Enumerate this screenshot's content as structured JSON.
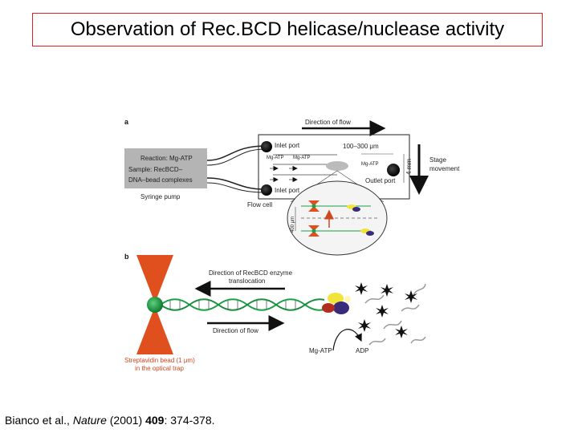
{
  "title": "Observation of Rec.BCD helicase/nuclease activity",
  "citation": {
    "authors": "Bianco et al., ",
    "journal": "Nature",
    "year": " (2001) ",
    "volume": "409",
    "pages": ": 374-378."
  },
  "panel_a": {
    "letter": "a",
    "direction_of_flow": "Direction of flow",
    "reaction": "Reaction: Mg-ATP",
    "sample_line1": "Sample: RecBCD–",
    "sample_line2": "DNA–bead complexes",
    "syringe_pump": "Syringe pump",
    "inlet_port_top": "Inlet port",
    "inlet_port_bottom": "Inlet port",
    "channel_width": "100–300 μm",
    "depth": "4 mm",
    "stage_movement_line1": "Stage",
    "stage_movement_line2": "movement",
    "outlet_port": "Outlet port",
    "flow_cell": "Flow cell",
    "mg_atp_1": "Mg-ATP",
    "mg_atp_2": "Mg-ATP",
    "mg_atp_3": "Mg-ATP",
    "inset_scale": "400 μm"
  },
  "panel_b": {
    "letter": "b",
    "direction_enzyme_line1": "Direction of RecBCD enzyme",
    "direction_enzyme_line2": "translocation",
    "direction_of_flow": "Direction of flow",
    "mg_atp": "Mg-ATP",
    "adp": "ADP",
    "bead_line1": "Streptavidin bead (1 μm)",
    "bead_line2": "in the optical trap"
  },
  "colors": {
    "title_border": "#dd2222",
    "laser": "#e0501e",
    "bead": "#1aa046",
    "dna_strand": "#1aa046",
    "red_label": "#d2481e"
  }
}
